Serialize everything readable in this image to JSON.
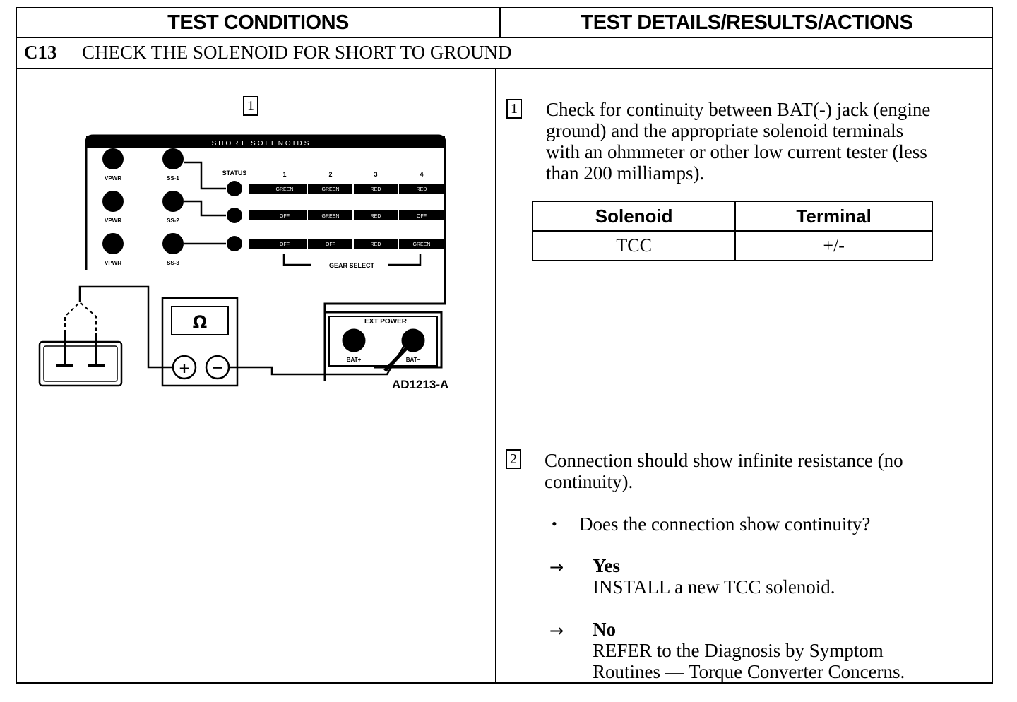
{
  "header": {
    "left": "TEST CONDITIONS",
    "right": "TEST DETAILS/RESULTS/ACTIONS"
  },
  "step": {
    "code": "C13",
    "title": "CHECK THE SOLENOID FOR SHORT TO GROUND"
  },
  "diagram": {
    "step_box": "1",
    "panel_title": "SHORT SOLENOIDS",
    "status_label": "STATUS",
    "columns": [
      "1",
      "2",
      "3",
      "4"
    ],
    "left_labels": [
      "VPWR",
      "VPWR",
      "VPWR"
    ],
    "ss_labels": [
      "SS-1",
      "SS-2",
      "SS-3"
    ],
    "rows": [
      [
        "GREEN",
        "GREEN",
        "RED",
        "RED"
      ],
      [
        "OFF",
        "GREEN",
        "RED",
        "OFF"
      ],
      [
        "OFF",
        "OFF",
        "RED",
        "GREEN"
      ]
    ],
    "gear_select": "GEAR SELECT",
    "meter_symbol": "Ω",
    "plus": "+",
    "minus": "−",
    "ext_power": "EXT POWER",
    "bat_plus": "BAT+",
    "bat_minus": "BAT−",
    "figure_id": "AD1213-A"
  },
  "details": {
    "step1_num": "1",
    "step1_lines": [
      "Check for continuity between BAT(-) jack (engine",
      "ground) and the appropriate solenoid terminals",
      "with an ohmmeter or other low current tester (less",
      "than 200 milliamps)."
    ],
    "table": {
      "headers": [
        "Solenoid",
        "Terminal"
      ],
      "row": [
        "TCC",
        "+/-"
      ]
    },
    "step2_num": "2",
    "step2_lines": [
      "Connection should show infinite resistance (no",
      "continuity)."
    ],
    "bullet": "•",
    "question": "Does the connection show continuity?",
    "arrow": "→",
    "yes_label": "Yes",
    "yes_action": "INSTALL a new TCC solenoid.",
    "no_label": "No",
    "no_action_lines": [
      "REFER to the Diagnosis by Symptom",
      "Routines — Torque Converter Concerns."
    ]
  }
}
